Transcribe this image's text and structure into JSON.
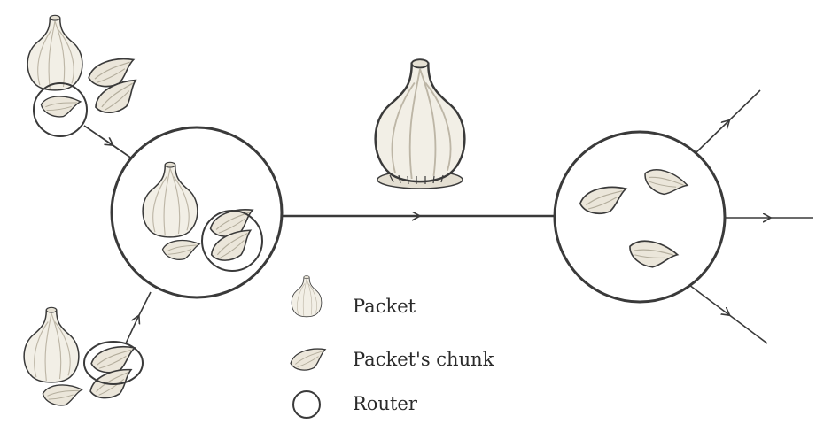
{
  "diagram": {
    "legend": {
      "packet_label": "Packet",
      "chunk_label": "Packet's chunk",
      "router_label": "Router"
    },
    "colors": {
      "line": "#3a3a3a",
      "bulb_fill": "#f2efe6",
      "bulb_shade": "#c9c3b4",
      "clove_fill": "#ebe6da",
      "background": "#ffffff"
    },
    "icons": [
      "garlic-bulb-icon",
      "garlic-clove-icon",
      "router-circle-icon"
    ]
  }
}
